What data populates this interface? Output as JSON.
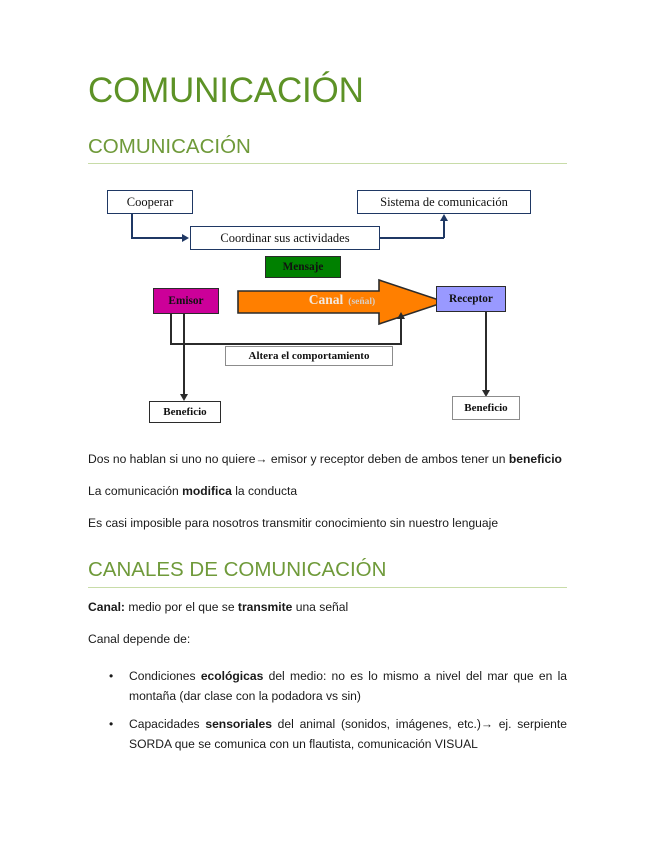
{
  "document": {
    "title": "COMUNICACIÓN",
    "sections": [
      {
        "heading": "COMUNICACIÓN"
      },
      {
        "heading": "CANALES DE COMUNICACIÓN"
      }
    ]
  },
  "diagram": {
    "name": "esquema-comunicacion",
    "boxes": {
      "cooperar": "Cooperar",
      "coordinar": "Coordinar sus actividades",
      "sistema": "Sistema de comunicación",
      "mensaje": "Mensaje",
      "emisor": "Emisor",
      "receptor": "Receptor",
      "canal": "Canal",
      "canal_sub": "(señal)",
      "altera": "Altera el comportamiento",
      "beneficio_izq": "Beneficio",
      "beneficio_der": "Beneficio"
    },
    "colors": {
      "navy_outline": "#1f3864",
      "black_outline": "#2b2b2b",
      "mensaje_fill": "#008000",
      "emisor_fill": "#cc0099",
      "receptor_fill": "#9999ff",
      "canal_fill": "#ff7f00",
      "canal_text": "#f2e9df"
    }
  },
  "body": {
    "p1_a": "Dos no hablan si uno no quiere",
    "p1_arrow": "→",
    "p1_b": " emisor y receptor deben de ambos tener un ",
    "p1_bold": "beneficio",
    "p2_a": "La comunicación ",
    "p2_bold": "modifica",
    "p2_b": " la conducta",
    "p3": "Es casi imposible para nosotros transmitir conocimiento sin nuestro lenguaje",
    "p4_bold": "Canal:",
    "p4_a": " medio por el que se ",
    "p4_bold2": "transmite",
    "p4_b": " una señal",
    "p5": "Canal depende de:",
    "bullets": [
      {
        "a": "Condiciones ",
        "bold": "ecológicas",
        "b": " del medio: no es lo mismo a nivel del mar que en la montaña (dar clase con la podadora vs sin)"
      },
      {
        "a": "Capacidades ",
        "bold": "sensoriales",
        "b": " del animal (sonidos, imágenes, etc.)→ ej. serpiente SORDA que se comunica con un flautista, comunicación VISUAL"
      }
    ]
  },
  "theme": {
    "h1_color": "#5d9226",
    "h2_color": "#6f9a3a",
    "rule_color": "#c8dca8",
    "text_color": "#1a1a1a"
  }
}
